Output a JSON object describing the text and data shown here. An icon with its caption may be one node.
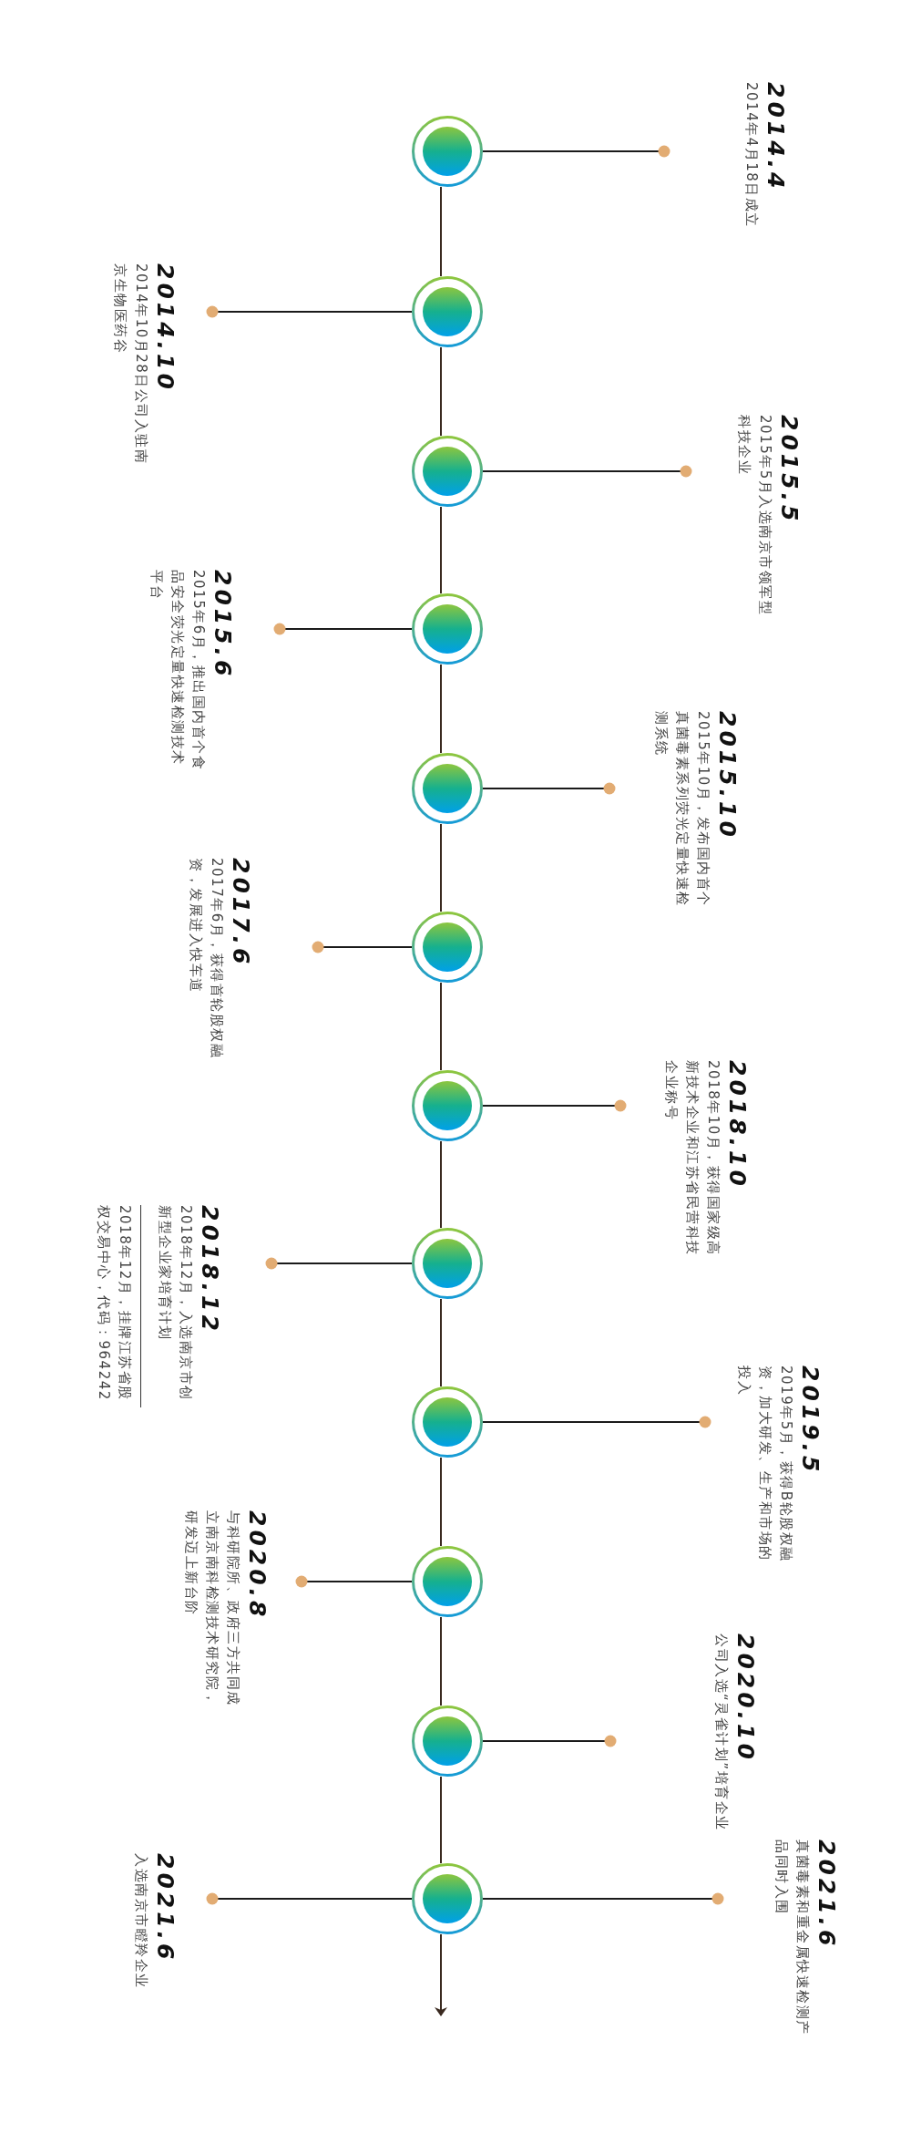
{
  "diagram": {
    "nodes": [
      {
        "text": [],
        "shape": "circle"
      },
      {
        "text": [
          "2014.4",
          "2014年4月18日成立"
        ]
      },
      {
        "text": [],
        "shape": "circle"
      },
      {
        "text": [
          "2014.10",
          "2014年10月28日公司入驻南京生物医药谷"
        ]
      },
      {
        "text": [],
        "shape": "circle"
      },
      {
        "text": [
          "2015.5",
          "2015年5月入选南京市领军型科技企业"
        ]
      },
      {
        "text": [],
        "shape": "circle"
      },
      {
        "text": [
          "2015.6",
          "2015年6月，推出国内首个食品安全荧光定量快速检测技术平台"
        ]
      },
      {
        "text": [],
        "shape": "circle"
      },
      {
        "text": [
          "2015.10",
          "2015年10月，发布国内首个真菌毒素系列荧光定量快速检测系统"
        ]
      },
      {
        "text": [],
        "shape": "circle"
      },
      {
        "text": [
          "2017.6",
          "2017年6月，获得首轮股权融资，发展进入快车道"
        ]
      },
      {
        "text": [],
        "shape": "circle"
      },
      {
        "text": [
          "2018.10",
          "2018年10月，获得国家级高新技术企业和江苏省民营科技企业称号"
        ]
      },
      {
        "text": [],
        "shape": "circle"
      },
      {
        "text": [
          "2018.12",
          "2018年12月，入选南京市创新型企业家培育计划",
          "2018年12月，挂牌江苏省股权交易中心，代码：964242"
        ]
      },
      {
        "text": [],
        "shape": "circle"
      },
      {
        "text": [
          "2019.5",
          "2019年5月，获得B轮股权融资，加大研发、生产和市场的投入"
        ]
      },
      {
        "text": [],
        "shape": "circle"
      },
      {
        "text": [
          "2020.8",
          "与科研院所、政府三方共同成立南京南科检测技术研究院，研发迈上新台阶"
        ]
      },
      {
        "text": [],
        "shape": "circle"
      },
      {
        "text": [
          "2020.10",
          "公司入选“灵雀计划”培育企业"
        ]
      },
      {
        "text": [],
        "shape": "circle"
      },
      {
        "text": [
          "2021.6",
          "入选南京市瞪羚企业"
        ]
      },
      {
        "text": [
          "2021.6",
          "真菌毒素和重金属快速检测产品同时入围"
        ]
      }
    ],
    "edges": [
      {
        "from": 0,
        "to": 2,
        "arrow": "none"
      },
      {
        "from": 2,
        "to": 4,
        "arrow": "none"
      },
      {
        "from": 4,
        "to": 6,
        "arrow": "none"
      },
      {
        "from": 6,
        "to": 8,
        "arrow": "none"
      },
      {
        "from": 8,
        "to": 10,
        "arrow": "none"
      },
      {
        "from": 10,
        "to": 12,
        "arrow": "none"
      },
      {
        "from": 12,
        "to": 14,
        "arrow": "none"
      },
      {
        "from": 14,
        "to": 16,
        "arrow": "none"
      },
      {
        "from": 16,
        "to": 18,
        "arrow": "none"
      },
      {
        "from": 18,
        "to": 20,
        "arrow": "none"
      },
      {
        "from": 20,
        "to": 22,
        "arrow": "none"
      },
      {
        "from": 22,
        "to": null,
        "arrow": "to"
      },
      {
        "from": 0,
        "to": 1,
        "arrow": "other"
      },
      {
        "from": 2,
        "to": 3,
        "arrow": "other"
      },
      {
        "from": 4,
        "to": 5,
        "arrow": "other"
      },
      {
        "from": 6,
        "to": 7,
        "arrow": "other"
      },
      {
        "from": 8,
        "to": 9,
        "arrow": "other"
      },
      {
        "from": 10,
        "to": 11,
        "arrow": "other"
      },
      {
        "from": 12,
        "to": 13,
        "arrow": "other"
      },
      {
        "from": 14,
        "to": 15,
        "arrow": "other"
      },
      {
        "from": 16,
        "to": 17,
        "arrow": "other"
      },
      {
        "from": 18,
        "to": 19,
        "arrow": "other"
      },
      {
        "from": 20,
        "to": 21,
        "arrow": "other"
      },
      {
        "from": 22,
        "to": 23,
        "arrow": "other"
      },
      {
        "from": 22,
        "to": 24,
        "arrow": "other"
      }
    ]
  }
}
